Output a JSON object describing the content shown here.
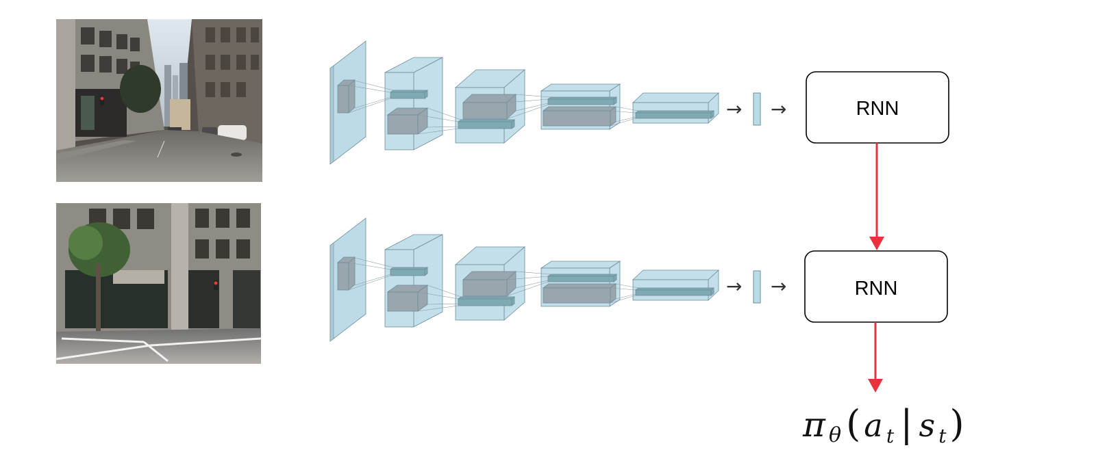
{
  "rows": [
    {
      "photo": "street-scene-looking-down-street-with-buildings-and-parked-cars",
      "rnn_label": "RNN"
    },
    {
      "photo": "street-corner-with-tree-and-bank-of-the-west-building",
      "rnn_label": "RNN"
    }
  ],
  "flow_arrow": "→",
  "output": {
    "pi": "π",
    "theta": "θ",
    "open_paren": "(",
    "a": "a",
    "a_sub": "t",
    "bar": "|",
    "s": "s",
    "s_sub": "t",
    "close_paren": ")"
  },
  "colors": {
    "layer_fill": "#bcdbe7",
    "layer_stroke": "#6d8d9a",
    "inner_box_fill": "#9aa6ad",
    "arrow_red": "#e8333f",
    "box_stroke": "#000000"
  }
}
